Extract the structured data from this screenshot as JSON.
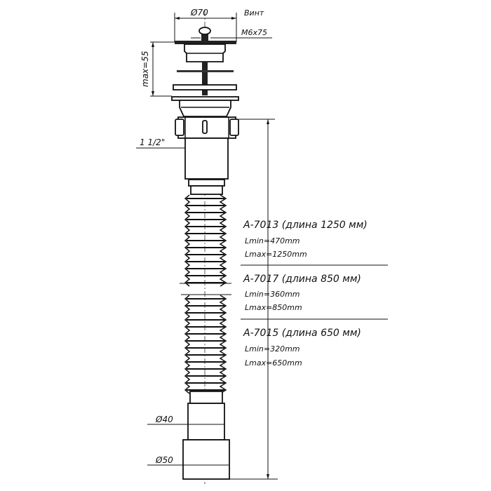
{
  "dimensions": {
    "top_diameter": "Ø70",
    "screw_label": "Винт",
    "screw_size": "M6x75",
    "max_height": "max=55",
    "thread": "1 1/2\"",
    "outlet_inner": "Ø40",
    "outlet_outer": "Ø50"
  },
  "models": [
    {
      "title": "A-7013 (длина 1250 мм)",
      "lmin": "Lmin=470mm",
      "lmax": "Lmax=1250mm"
    },
    {
      "title": "A-7017 (длина 850 мм)",
      "lmin": "Lmin=360mm",
      "lmax": "Lmax=850mm"
    },
    {
      "title": "A-7015 (длина 650 мм)",
      "lmin": "Lmin=320mm",
      "lmax": "Lmax=650mm"
    }
  ]
}
